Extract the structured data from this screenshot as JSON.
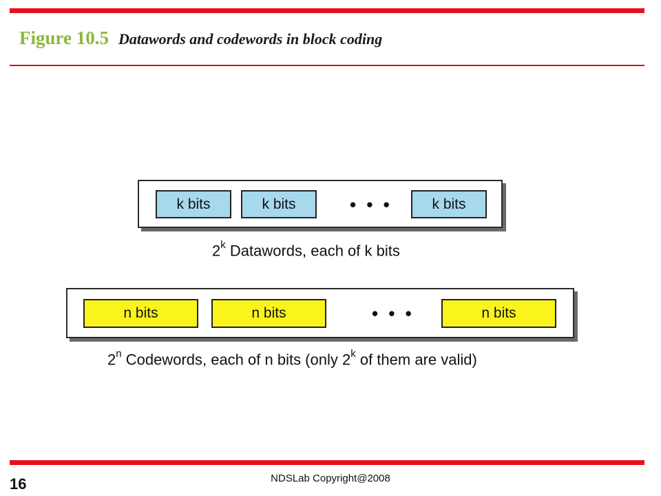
{
  "slide": {
    "figure_number": "Figure 10.5",
    "caption": "Datawords and codewords in block coding",
    "page_number": "16",
    "footer": "NDSLab Copyright@2008"
  },
  "diagram": {
    "datawords": {
      "cells": [
        "k bits",
        "k bits",
        "k bits"
      ],
      "ellipsis": "• • •",
      "label_base": "2",
      "label_exp": "k",
      "label_text": " Datawords, each of k bits"
    },
    "codewords": {
      "cells": [
        "n bits",
        "n bits",
        "n bits"
      ],
      "ellipsis": "• • •",
      "label_base": "2",
      "label_exp": "n",
      "label_text": " Codewords, each of n bits (only ",
      "label_base2": "2",
      "label_exp2": "k",
      "label_text2": " of them are valid)"
    }
  },
  "colors": {
    "accent_red": "#e8101c",
    "title_green": "#8cb83a",
    "dataword_fill": "#a8d8ec",
    "codeword_fill": "#fbf41c"
  }
}
